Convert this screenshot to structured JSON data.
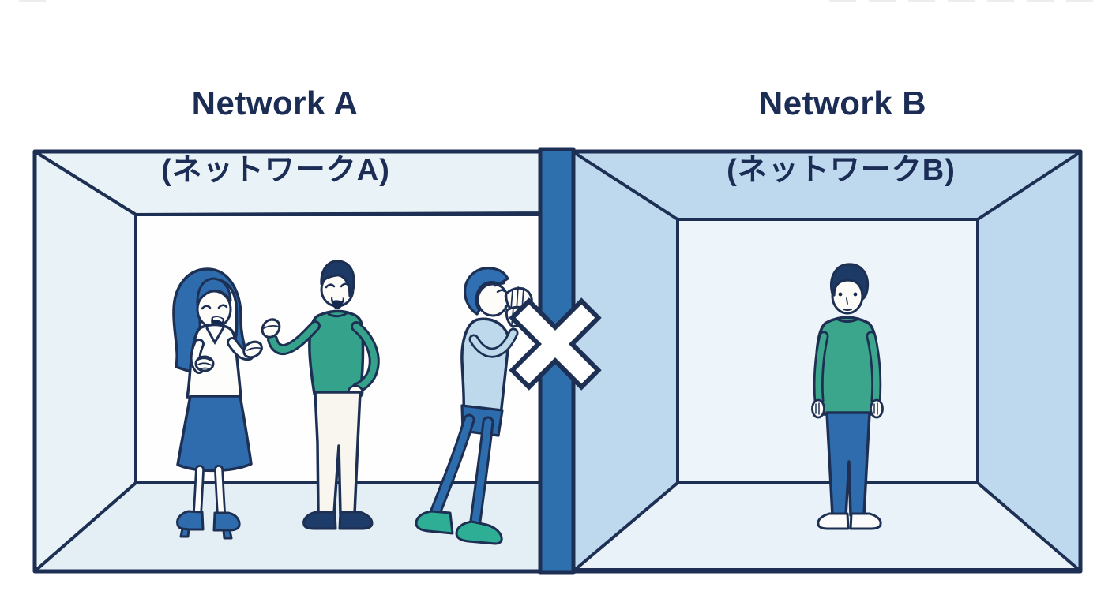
{
  "illustration": {
    "panels": {
      "network_a": {
        "title": "Network A",
        "subtitle_jp": "(ネットワークA)",
        "people": [
          {
            "name": "woman-talking",
            "description": "woman with blue hair, white blouse, blue skirt and heels, gesturing in conversation"
          },
          {
            "name": "man-talking",
            "description": "man with dark hair, teal sweater, cream trousers, navy shoes, gesturing in conversation"
          },
          {
            "name": "man-shouting",
            "description": "man with blue hair, light-blue sweater, blue trousers, teal shoes, shouting through cupped hands toward the barrier"
          }
        ]
      },
      "network_b": {
        "title": "Network B",
        "subtitle_jp": "(ネットワークB)",
        "people": [
          {
            "name": "man-alone",
            "description": "man with dark hair, green sweater, blue trousers, white shoes, standing alone facing forward"
          }
        ]
      }
    },
    "divider": {
      "icon": "blocked-x-icon"
    },
    "colors": {
      "background": "#ffffff",
      "outline": "#1d3054",
      "title_text": "#1b2c55",
      "room_a_wall": "#e9f2f6",
      "room_a_back_wall": "#fefefe",
      "room_a_floor": "#e4eef5",
      "room_b_wall": "#bed9ee",
      "room_b_back_wall": "#edf5fb",
      "room_b_floor": "#e9f2f8",
      "divider_bar": "#2e6fae",
      "x_mark_fill": "#ffffff",
      "accent_blue": "#2f6cae",
      "teal_green": "#35a38c",
      "light_blue_sweater": "#bfd9ec",
      "teal_shoes": "#2fae96",
      "cream_pants": "#f8f6ef",
      "dark_hair": "#1d3a66"
    }
  }
}
